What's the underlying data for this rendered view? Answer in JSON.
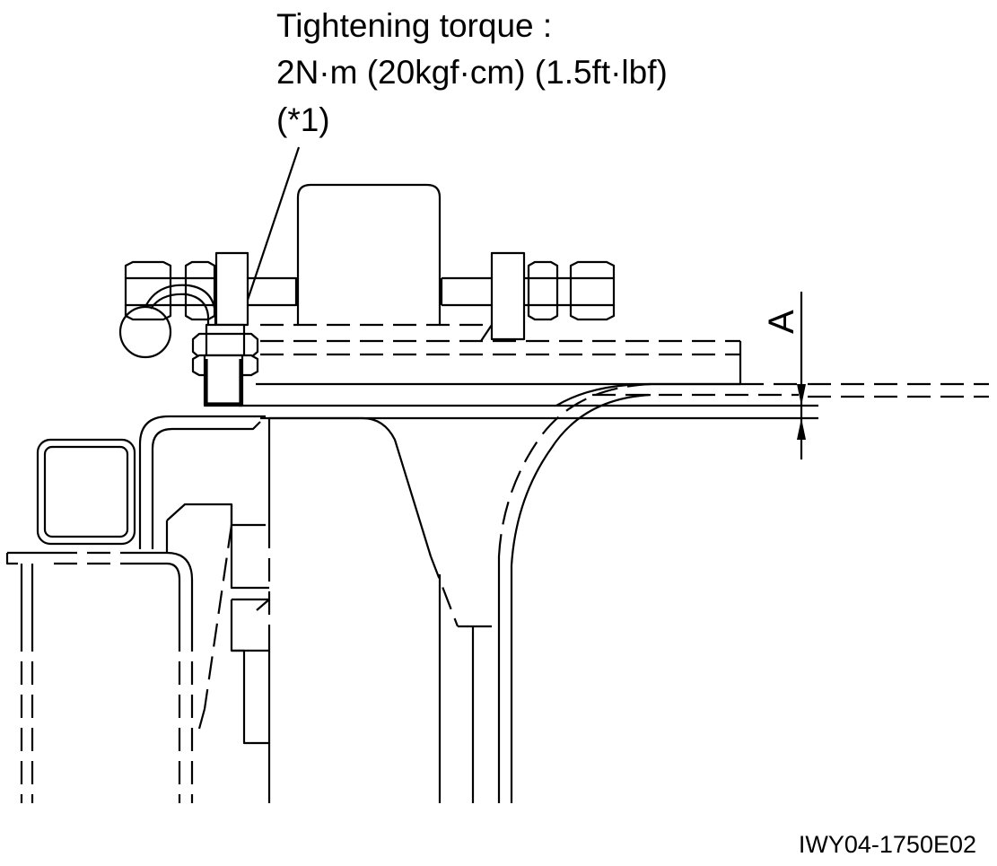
{
  "callout": {
    "line1": "Tightening torque :",
    "line2": "2N·m (20kgf·cm) (1.5ft·lbf)",
    "line3": "(*1)"
  },
  "dimension": {
    "label": "A"
  },
  "drawing_code": "IWY04-1750E02",
  "colors": {
    "line": "#000000",
    "background": "#ffffff"
  }
}
